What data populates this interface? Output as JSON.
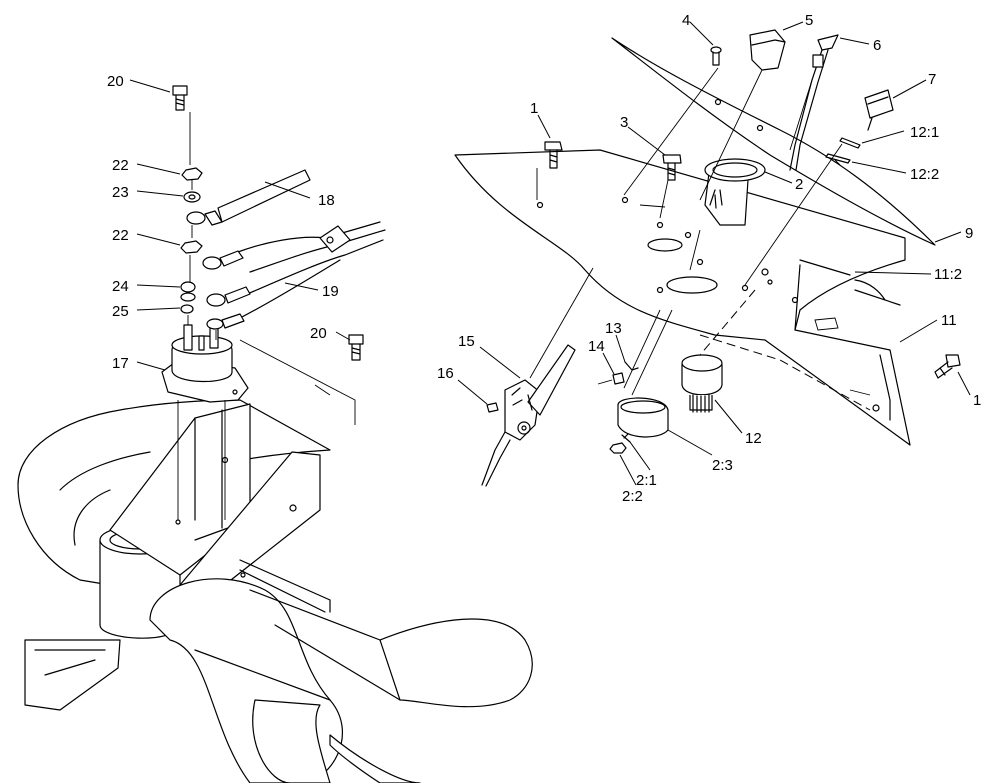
{
  "callouts": [
    "1",
    "2",
    "3",
    "4",
    "5",
    "6",
    "7",
    "9",
    "11",
    "11:2",
    "12",
    "12:1",
    "12:2",
    "13",
    "14",
    "15",
    "16",
    "17",
    "18",
    "19",
    "20",
    "22",
    "23",
    "24",
    "25",
    "2:1",
    "2:2",
    "2:3"
  ],
  "labels": {
    "c20a": "20",
    "c22a": "22",
    "c23": "23",
    "c18": "18",
    "c22b": "22",
    "c24": "24",
    "c19": "19",
    "c25": "25",
    "c20b": "20",
    "c17": "17",
    "c1a": "1",
    "c3": "3",
    "c4": "4",
    "c5": "5",
    "c6": "6",
    "c7": "7",
    "c12_1": "12:1",
    "c12_2": "12:2",
    "c2": "2",
    "c9": "9",
    "c11_2": "11:2",
    "c11": "11",
    "c1b": "1",
    "c12": "12",
    "c13": "13",
    "c14": "14",
    "c15": "15",
    "c16": "16",
    "c2_3": "2:3",
    "c2_1": "2:1",
    "c2_2": "2:2"
  },
  "colors": {
    "line": "#000000",
    "background": "#ffffff"
  }
}
